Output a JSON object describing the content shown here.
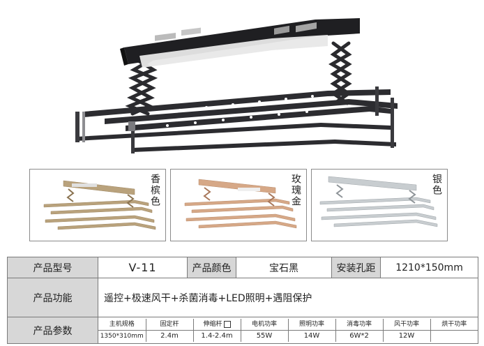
{
  "variants": [
    {
      "label": "香槟色",
      "color": "#b9a27c"
    },
    {
      "label": "玫瑰金",
      "color": "#d6a887"
    },
    {
      "label": "银色",
      "color": "#c8cdd0"
    }
  ],
  "hero_colors": {
    "housing": "#1f1f22",
    "panel": "#e8e8e8",
    "bar": "#2c2c30"
  },
  "table": {
    "row1": {
      "model_label": "产品型号",
      "model_value": "V-11",
      "color_label": "产品颜色",
      "color_value": "宝石黑",
      "hole_label": "安装孔距",
      "hole_value": "1210*150mm"
    },
    "row2": {
      "func_label": "产品功能",
      "func_value": "遥控+极速风干+杀菌消毒+LED照明+遇阻保护"
    },
    "row3": {
      "param_label": "产品参数",
      "headers": [
        "主机规格",
        "固定杆",
        "伸缩杆",
        "电机功率",
        "照明功率",
        "消毒功率",
        "风干功率",
        "烘干功率"
      ],
      "values": [
        "1350*310mm",
        "2.4m",
        "1.4-2.4m",
        "55W",
        "14W",
        "6W*2",
        "12W",
        ""
      ]
    }
  }
}
